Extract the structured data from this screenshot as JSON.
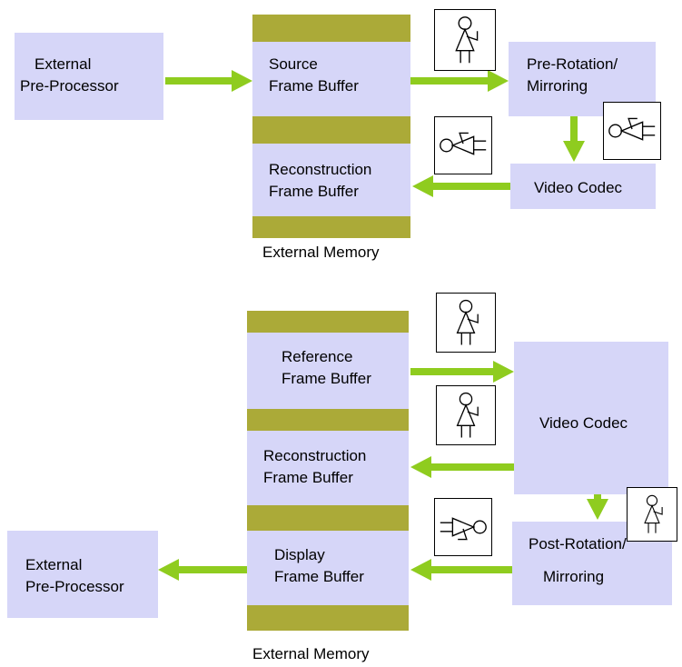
{
  "top": {
    "external_preprocessor": [
      "External",
      "Pre-Processor"
    ],
    "source_buffer": [
      "Source",
      "Frame Buffer"
    ],
    "reconstruction_buffer": [
      "Reconstruction",
      "Frame Buffer"
    ],
    "pre_rotation": [
      "Pre-Rotation/",
      "Mirroring"
    ],
    "video_codec": "Video Codec",
    "memory_caption": "External Memory"
  },
  "bottom": {
    "reference_buffer": [
      "Reference",
      "Frame Buffer"
    ],
    "reconstruction_buffer": [
      "Reconstruction",
      "Frame Buffer"
    ],
    "display_buffer": [
      "Display",
      "Frame Buffer"
    ],
    "video_codec": "Video Codec",
    "post_rotation": [
      "Post-Rotation/",
      "Mirroring"
    ],
    "external_preprocessor": [
      "External",
      "Pre-Processor"
    ],
    "memory_caption": "External Memory"
  },
  "colors": {
    "box_fill": "#d6d6f8",
    "memory_band": "#abaa38",
    "arrow": "#8fcc1f"
  },
  "icons": [
    "figure-upright-icon",
    "figure-rotated-left-icon",
    "figure-rotated-right-icon"
  ]
}
